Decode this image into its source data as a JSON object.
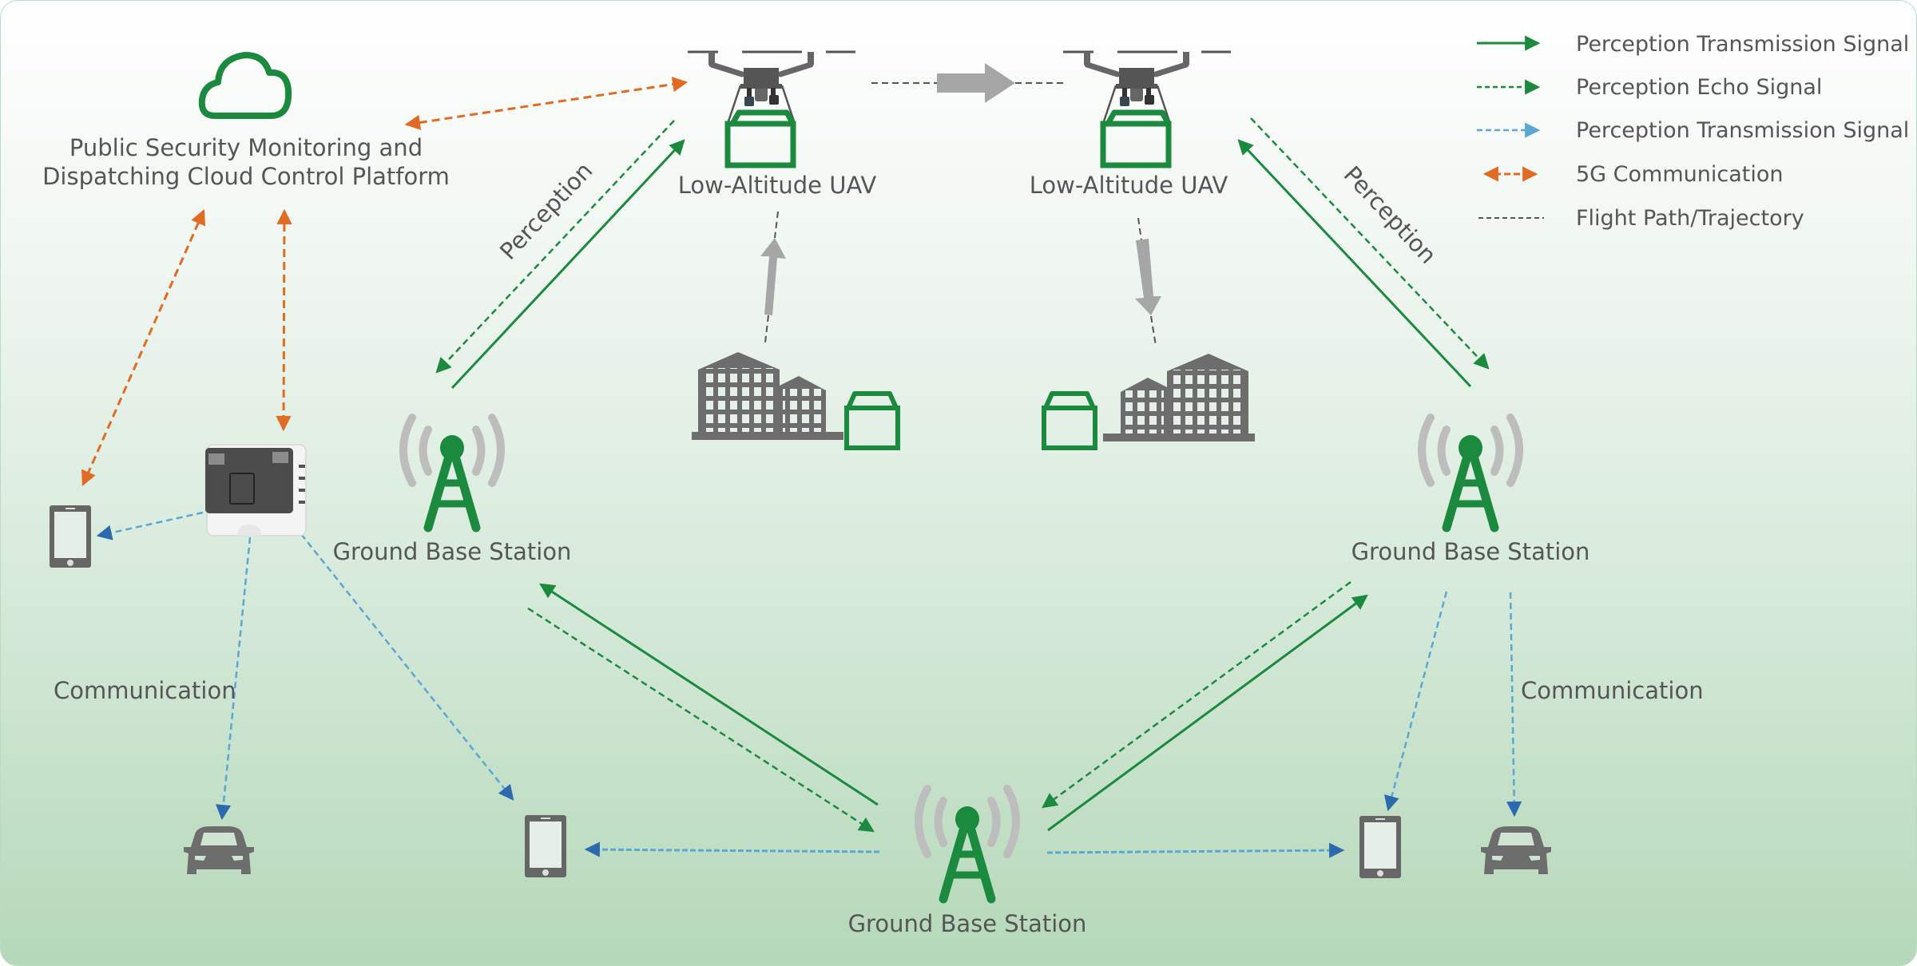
{
  "colors": {
    "green": "#1b8a3e",
    "blue_line": "#5aa7d4",
    "blue_head": "#2a6aad",
    "orange": "#e06b22",
    "gray": "#6d6d6d",
    "gray_light": "#bdbdbd",
    "gray_arrow": "#a6a6a6",
    "text": "#555555"
  },
  "legend": [
    {
      "kind": "solid-green-arrow",
      "label": "Perception Transmission Signal"
    },
    {
      "kind": "dashed-green-arrow",
      "label": "Perception Echo Signal"
    },
    {
      "kind": "dashed-blue-arrow",
      "label": "Perception Transmission Signal"
    },
    {
      "kind": "dashed-orange-double-arrow",
      "label": "5G Communication"
    },
    {
      "kind": "dashed-gray-line",
      "label": "Flight Path/Trajectory"
    }
  ],
  "nodes": {
    "cloud_platform": {
      "line1": "Public Security Monitoring and",
      "line2": "Dispatching Cloud Control Platform"
    },
    "uav_left": {
      "label": "Low-Altitude UAV"
    },
    "uav_right": {
      "label": "Low-Altitude UAV"
    },
    "base_station_left": {
      "label": "Ground Base Station"
    },
    "base_station_right": {
      "label": "Ground Base Station"
    },
    "base_station_bottom": {
      "label": "Ground Base Station"
    }
  },
  "edge_labels": {
    "perception_left": "Perception",
    "perception_right": "Perception",
    "communication_left": "Communication",
    "communication_right": "Communication"
  }
}
